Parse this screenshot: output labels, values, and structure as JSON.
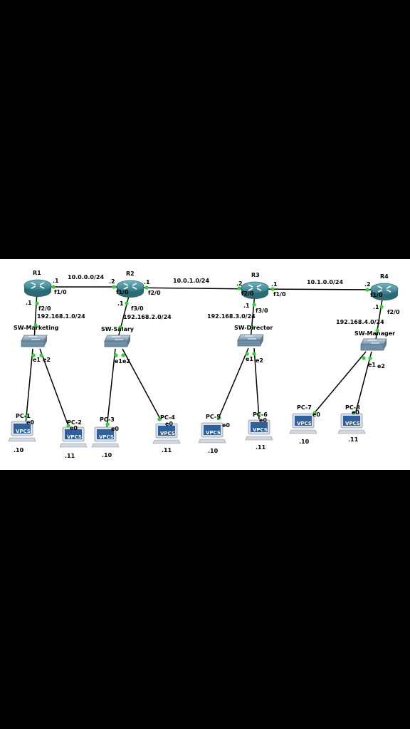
{
  "colors": {
    "background": "#000000",
    "panel": "#ffffff",
    "router_body": "#3f8f9a",
    "switch_body": "#7fa3b8",
    "port_dot": "#2ad62a",
    "vpcs_screen": "#2e5f9e"
  },
  "routers": [
    {
      "id": "r1",
      "name": "R1"
    },
    {
      "id": "r2",
      "name": "R2"
    },
    {
      "id": "r3",
      "name": "R3"
    },
    {
      "id": "r4",
      "name": "R4"
    }
  ],
  "switches": [
    {
      "id": "sw1",
      "name": "SW-Marketing"
    },
    {
      "id": "sw2",
      "name": "SW-Salary"
    },
    {
      "id": "sw3",
      "name": "SW-Director"
    },
    {
      "id": "sw4",
      "name": "SW-Manager"
    }
  ],
  "pcs": [
    {
      "id": "pc1",
      "name": "PC-1",
      "badge": "VPCS",
      "host": ".10"
    },
    {
      "id": "pc2",
      "name": "PC-2",
      "badge": "VPCS",
      "host": ".11"
    },
    {
      "id": "pc3",
      "name": "PC-3",
      "badge": "VPCS",
      "host": ".10"
    },
    {
      "id": "pc4",
      "name": "PC-4",
      "badge": "VPCS",
      "host": ".11"
    },
    {
      "id": "pc5",
      "name": "PC-5",
      "badge": "VPCS",
      "host": ".10"
    },
    {
      "id": "pc6",
      "name": "PC-6",
      "badge": "VPCS",
      "host": ".11"
    },
    {
      "id": "pc7",
      "name": "PC-7",
      "badge": "VPCS",
      "host": ".10"
    },
    {
      "id": "pc8",
      "name": "PC-8",
      "badge": "VPCS",
      "host": ".11"
    }
  ],
  "networks": [
    "10.0.0.0/24",
    "10.0.1.0/24",
    "10.1.0.0/24",
    "192.168.1.0/24",
    "192.168.2.0/24",
    "192.168.3.0/24",
    "192.168.4.0/24"
  ],
  "labels": {
    "r1_wan_ip": ".1",
    "r1_wan_if": "f1/0",
    "r1_lan_ip": ".1",
    "r1_lan_if": "f2/0",
    "r2_left_ip": ".2",
    "r2_left_if": "f1/0",
    "r2_right_ip": ".1",
    "r2_right_if": "f2/0",
    "r2_lan_ip": ".1",
    "r2_lan_if": "f3/0",
    "r3_left_ip": ".2",
    "r3_left_if": "f2/0",
    "r3_right_ip": ".1",
    "r3_right_if": "f1/0",
    "r3_lan_ip": ".1",
    "r3_lan_if": "f3/0",
    "r4_wan_ip": ".2",
    "r4_wan_if": "f1/0",
    "r4_lan_ip": ".1",
    "r4_lan_if": "f2/0",
    "sw_port_a": "e1",
    "sw_port_b": "e2",
    "pc_port": "e0"
  }
}
